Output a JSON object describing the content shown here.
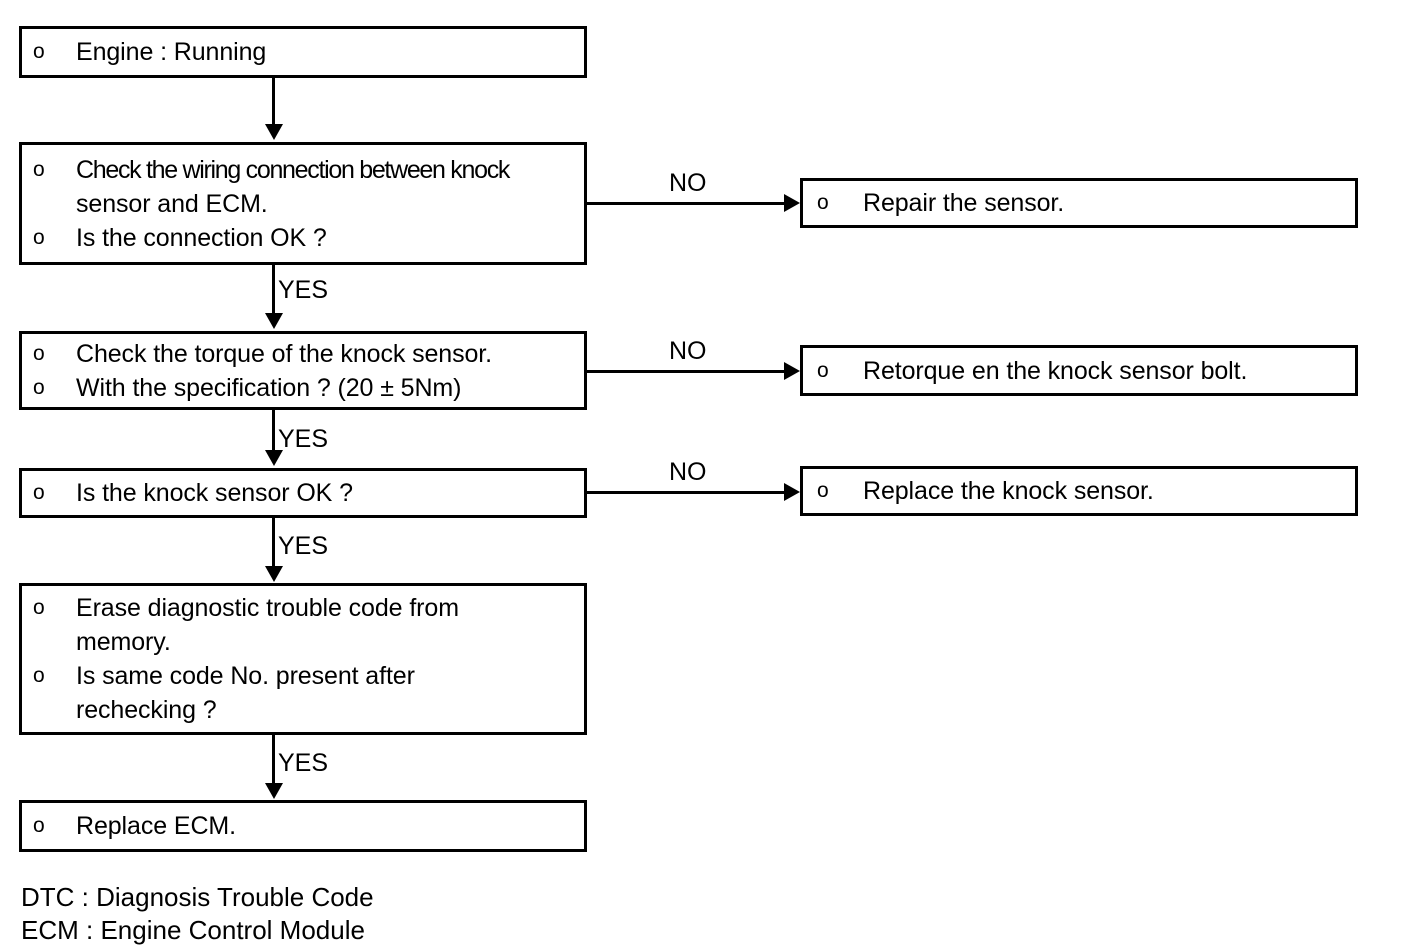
{
  "diagram": {
    "type": "flowchart",
    "title": "Knock sensor diagnostic flow chart",
    "bullet_glyph": "o",
    "colors": {
      "ink": "#000000",
      "paper": "#ffffff"
    },
    "nodes": [
      {
        "id": "engine-running",
        "lines": [
          {
            "bullet": true,
            "text": "Engine : Running"
          }
        ]
      },
      {
        "id": "check-wiring",
        "lines": [
          {
            "bullet": true,
            "text": "Check the wiring connection between knock"
          },
          {
            "bullet": false,
            "text": "sensor and ECM."
          },
          {
            "bullet": true,
            "text": "Is the connection OK ?"
          }
        ]
      },
      {
        "id": "check-torque",
        "lines": [
          {
            "bullet": true,
            "text": "Check the torque of the knock sensor."
          },
          {
            "bullet": true,
            "text": "With the specification ? (20 ± 5Nm)"
          }
        ]
      },
      {
        "id": "sensor-ok",
        "lines": [
          {
            "bullet": true,
            "text": "Is the knock sensor OK ?"
          }
        ]
      },
      {
        "id": "erase-dtc",
        "lines": [
          {
            "bullet": true,
            "text": "Erase diagnostic trouble code from"
          },
          {
            "bullet": false,
            "text": "memory."
          },
          {
            "bullet": true,
            "text": "Is same code No. present after"
          },
          {
            "bullet": false,
            "text": "rechecking ?"
          }
        ]
      },
      {
        "id": "replace-ecm",
        "lines": [
          {
            "bullet": true,
            "text": "Replace ECM."
          }
        ]
      },
      {
        "id": "repair-sensor",
        "lines": [
          {
            "bullet": true,
            "text": "Repair the sensor."
          }
        ]
      },
      {
        "id": "retorque-bolt",
        "lines": [
          {
            "bullet": true,
            "text": "Retorque en the knock sensor bolt."
          }
        ]
      },
      {
        "id": "replace-sensor",
        "lines": [
          {
            "bullet": true,
            "text": "Replace the knock sensor."
          }
        ]
      }
    ],
    "edge_labels": {
      "yes_1": "YES",
      "yes_2": "YES",
      "yes_3": "YES",
      "yes_4": "YES",
      "no_1": "NO",
      "no_2": "NO",
      "no_3": "NO"
    },
    "legend": [
      "DTC : Diagnosis Trouble Code",
      "ECM : Engine Control Module"
    ]
  }
}
